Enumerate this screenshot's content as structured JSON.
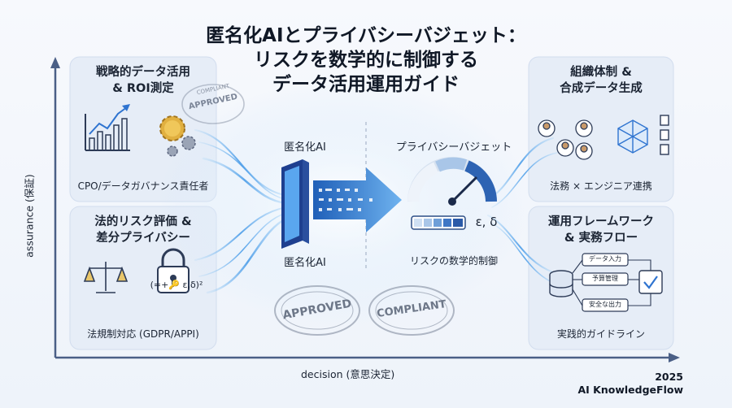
{
  "title": {
    "line1": "匿名化AIとプライバシーバジェット：",
    "line2": "リスクを数学的に制御する",
    "line3": "データ活用運用ガイド"
  },
  "axes": {
    "x_label": "decision (意思決定)",
    "y_label": "assurance (保証)"
  },
  "cards": {
    "roi": {
      "title1": "戦略的データ活用",
      "title2": "& ROI測定",
      "caption": "CPO/データガバナンス責任者"
    },
    "legal": {
      "title1": "法的リスク評価 &",
      "title2": "差分プライバシー",
      "formula": "(=+🔑 ε,δ)²",
      "caption": "法規制対応 (GDPR/APPI)"
    },
    "org": {
      "title1": "組織体制 &",
      "title2": "合成データ生成",
      "caption": "法務 × エンジニア連携"
    },
    "ops": {
      "title1": "運用フレームワーク",
      "title2": "& 実務フロー",
      "caption": "実践的ガイドライン",
      "flow": [
        "データ入力",
        "予算管理",
        "安全な出力"
      ]
    }
  },
  "center": {
    "anon_label": "匿名化AI",
    "anon_caption": "匿名化AI",
    "budget_label": "プライバシーバジェット",
    "budget_symbol": "ε, δ",
    "budget_caption": "リスクの数学的制御"
  },
  "stamps": {
    "approved": "APPROVED",
    "compliant": "COMPLIANT",
    "approved_small": "APPROVED",
    "compliant_small": "COMPLIANT"
  },
  "footer": {
    "year": "2025",
    "brand": "AI KnowledgeFlow"
  },
  "colors": {
    "accent": "#2f74d0",
    "accent_light": "#8fc3f2",
    "axis": "#4a5f86",
    "card": "#e6edf7",
    "gold": "#d9a02b"
  }
}
